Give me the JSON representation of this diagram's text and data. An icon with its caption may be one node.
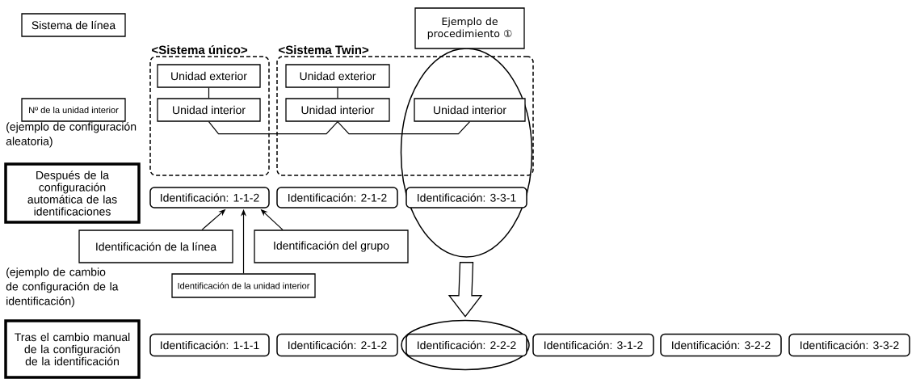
{
  "diagram": {
    "nodes": [
      {
        "text": [
          "Sistema de línea"
        ]
      },
      {
        "text": [
          "<Sistema único>"
        ]
      },
      {
        "text": [
          "Unidad exterior"
        ],
        "in": 1
      },
      {
        "text": [
          "Unidad interior"
        ],
        "in": 1
      },
      {
        "text": [
          "<Sistema Twin>"
        ]
      },
      {
        "text": [
          "Unidad exterior"
        ],
        "in": 4
      },
      {
        "text": [
          "Unidad interior"
        ],
        "in": 4
      },
      {
        "text": [
          "Unidad interior"
        ]
      },
      {
        "text": [
          "Nº de la unidad interior"
        ]
      },
      {
        "text": [
          "Ejemplo de procedimiento ①"
        ]
      },
      {
        "text": [
          "Después de la configuración automática de las identificaciones"
        ]
      },
      {
        "text": [
          "Identificación: 1-1-2"
        ]
      },
      {
        "text": [
          "Identificación: 2-1-2"
        ]
      },
      {
        "text": [
          "Identificación: 3-3-1"
        ],
        "in": 24
      },
      {
        "text": [
          "Identificación de la línea"
        ]
      },
      {
        "text": [
          "Identificación del grupo"
        ]
      },
      {
        "text": [
          "Identificación de la unidad interior"
        ]
      },
      {
        "text": [
          "Tras el cambio manual de la configuración de la identificación"
        ]
      },
      {
        "text": [
          "Identificación: 1-1-1"
        ]
      },
      {
        "text": [
          "Identificación: 2-1-2"
        ]
      },
      {
        "text": [
          "Identificación: 2-2-2"
        ],
        "in": 25
      },
      {
        "text": [
          "Identificación: 3-1-2"
        ]
      },
      {
        "text": [
          "Identificación: 3-2-2"
        ]
      },
      {
        "text": [
          "Identificación: 3-3-2"
        ]
      },
      {
        "text": [],
        "shape": "ellipse"
      },
      {
        "text": [],
        "shape": "ellipse"
      }
    ],
    "edges": [
      {
        "from": 2,
        "to": 3,
        "arrow": "none"
      },
      {
        "from": 5,
        "to": 6,
        "arrow": "none"
      },
      {
        "from": 3,
        "to": 6,
        "arrow": "none"
      },
      {
        "from": 6,
        "to": 7,
        "arrow": "none"
      },
      {
        "from": 14,
        "to": 11,
        "arrow": "to"
      },
      {
        "from": 16,
        "to": 11,
        "arrow": "to"
      },
      {
        "from": 15,
        "to": 11,
        "arrow": "to"
      },
      {
        "from": 24,
        "to": 25,
        "arrow": "to"
      }
    ],
    "labels": [
      "(ejemplo de configuración aleatoria)",
      "(ejemplo de cambio de configuración de la identificación)"
    ]
  }
}
